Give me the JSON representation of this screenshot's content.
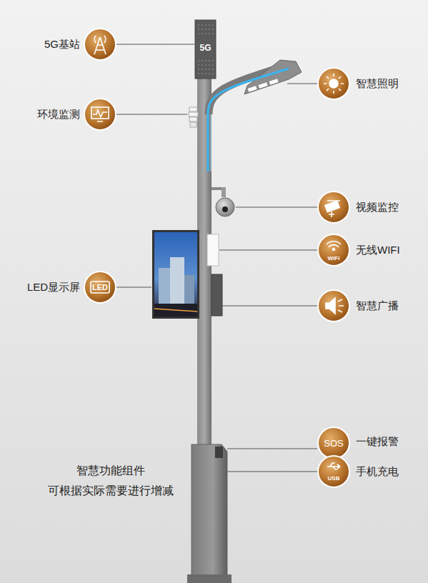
{
  "diagram": {
    "nodes": [
      {
        "text": [
          "5G"
        ]
      },
      {
        "text": [
          "WiFi"
        ]
      },
      {
        "text": [
          "LED"
        ]
      },
      {
        "text": [
          "SOS"
        ]
      },
      {
        "text": [
          "USB"
        ]
      }
    ],
    "labels": [
      "5G基站",
      "环境监测",
      "智慧照明",
      "视频监控",
      "无线WIFI",
      "LED显示屏",
      "智慧广播",
      "一键报警",
      "手机充电",
      "智慧功能组件 可根据实际需要进行增减"
    ]
  }
}
